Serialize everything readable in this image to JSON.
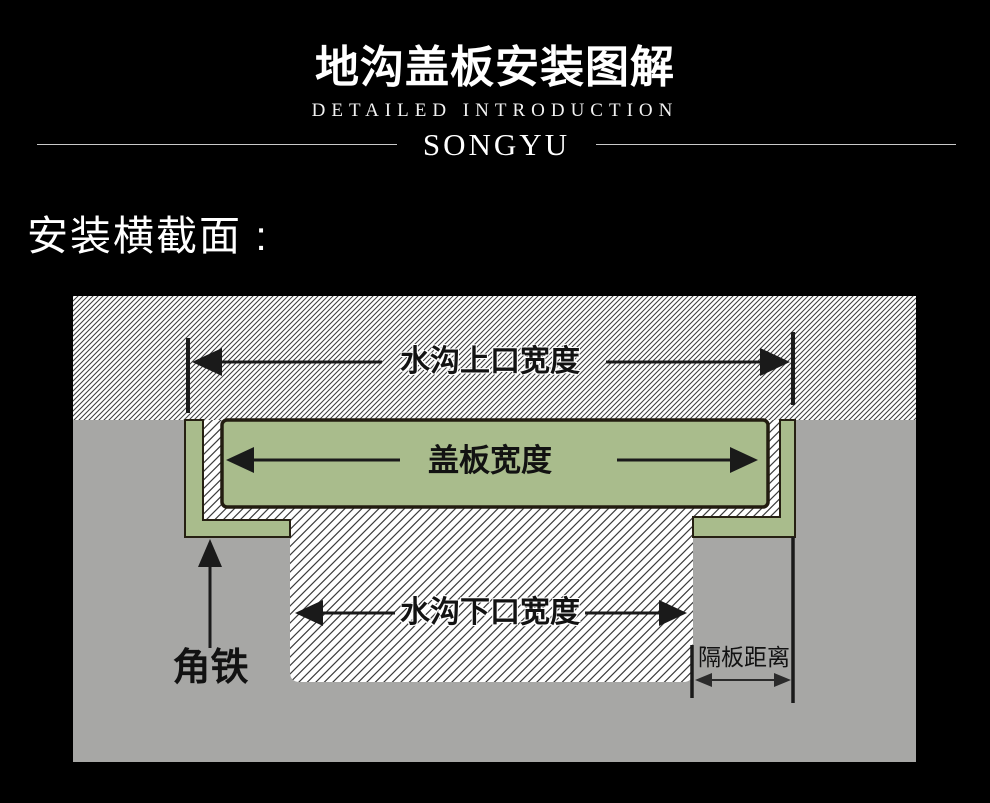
{
  "header": {
    "title": "地沟盖板安装图解",
    "subtitle": "DETAILED INTRODUCTION",
    "brand": "SONGYU"
  },
  "section": {
    "heading": "安装横截面 :"
  },
  "diagram": {
    "labels": {
      "top_width": "水沟上口宽度",
      "cover_width": "盖板宽度",
      "bottom_width": "水沟下口宽度",
      "angle_iron": "角铁",
      "partition_distance": "隔板距离"
    },
    "colors": {
      "plate_green": "#a9bc8c",
      "ground_gray": "#a7a7a5",
      "hatch_line": "#3c3c3c",
      "outline_dark": "#262012",
      "dimension_black": "#1a1a1a",
      "page_background": "#000000"
    }
  }
}
